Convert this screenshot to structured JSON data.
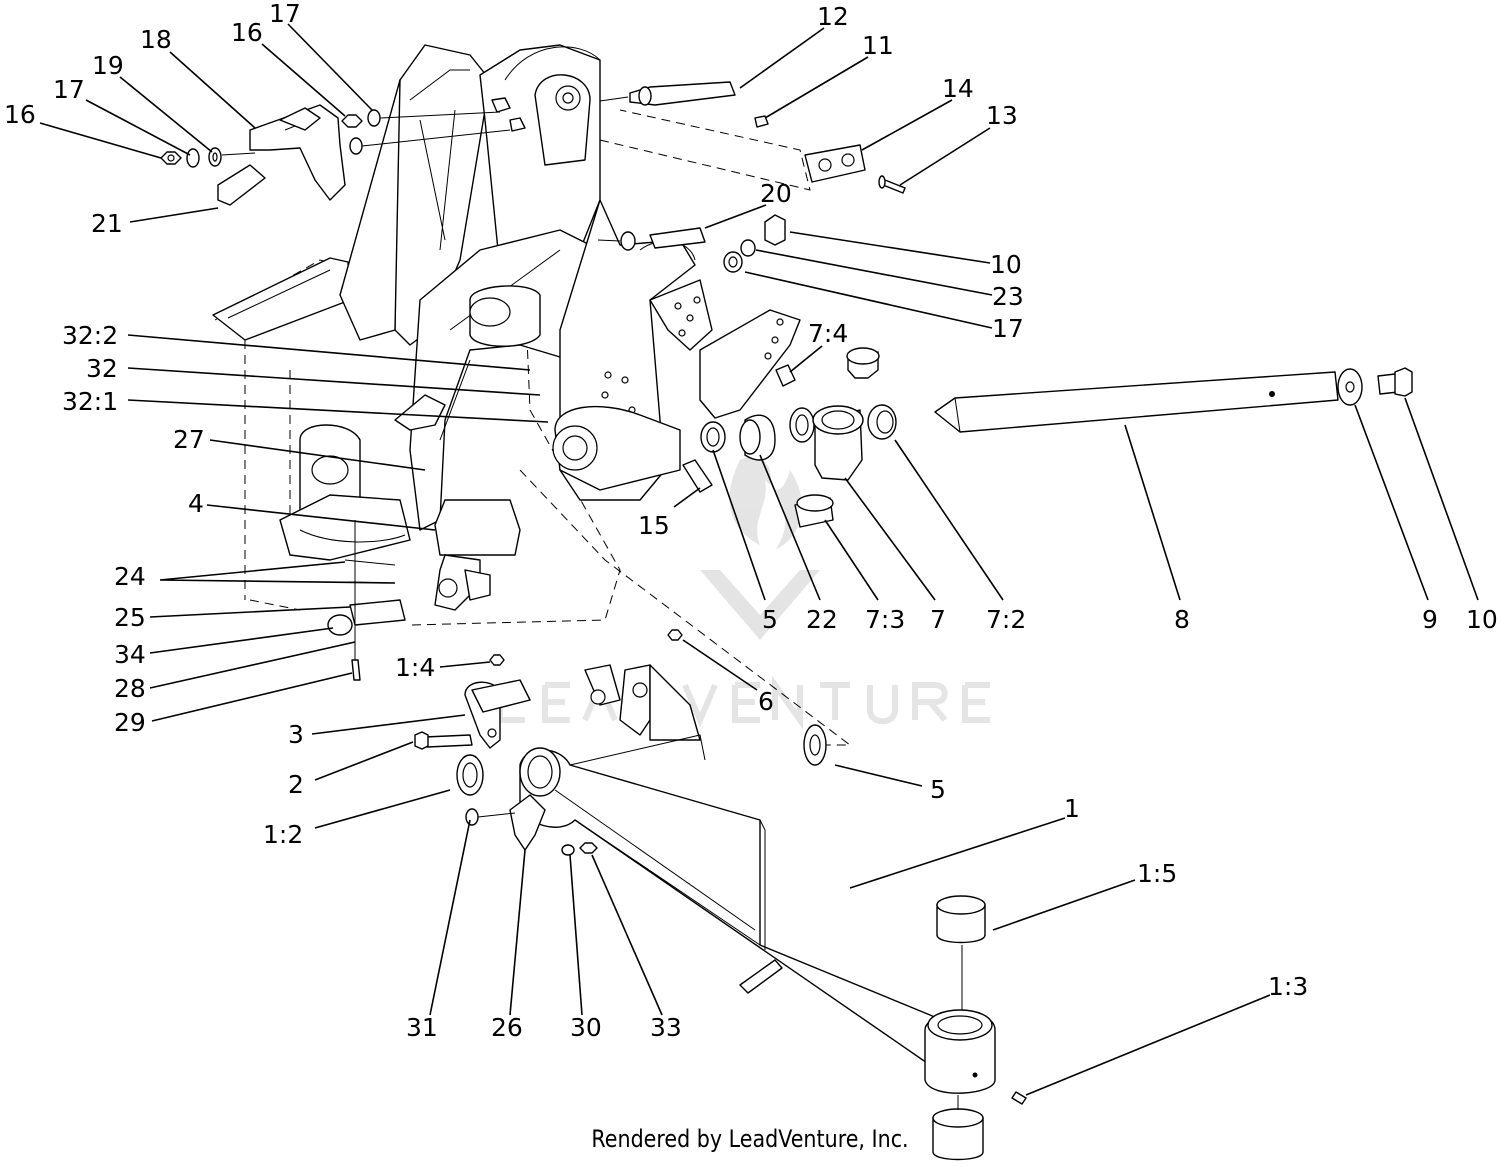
{
  "footer": {
    "credit": "Rendered by LeadVenture, Inc."
  },
  "callouts": [
    {
      "id": "c1",
      "text": "16"
    },
    {
      "id": "c2",
      "text": "17"
    },
    {
      "id": "c3",
      "text": "19"
    },
    {
      "id": "c4",
      "text": "18"
    },
    {
      "id": "c5",
      "text": "16"
    },
    {
      "id": "c6",
      "text": "17"
    },
    {
      "id": "c7",
      "text": "21"
    },
    {
      "id": "c8",
      "text": "12"
    },
    {
      "id": "c9",
      "text": "11"
    },
    {
      "id": "c10",
      "text": "14"
    },
    {
      "id": "c11",
      "text": "13"
    },
    {
      "id": "c12",
      "text": "20"
    },
    {
      "id": "c13",
      "text": "10"
    },
    {
      "id": "c14",
      "text": "23"
    },
    {
      "id": "c15",
      "text": "17"
    },
    {
      "id": "c16",
      "text": "7:4"
    },
    {
      "id": "c17",
      "text": "32:2"
    },
    {
      "id": "c18",
      "text": "32"
    },
    {
      "id": "c19",
      "text": "32:1"
    },
    {
      "id": "c20",
      "text": "27"
    },
    {
      "id": "c21",
      "text": "4"
    },
    {
      "id": "c22",
      "text": "15"
    },
    {
      "id": "c23",
      "text": "5"
    },
    {
      "id": "c24",
      "text": "22"
    },
    {
      "id": "c25",
      "text": "7:3"
    },
    {
      "id": "c26",
      "text": "7"
    },
    {
      "id": "c27",
      "text": "7:2"
    },
    {
      "id": "c28",
      "text": "8"
    },
    {
      "id": "c29",
      "text": "9"
    },
    {
      "id": "c30",
      "text": "10"
    },
    {
      "id": "c31",
      "text": "24"
    },
    {
      "id": "c32",
      "text": "25"
    },
    {
      "id": "c33",
      "text": "34"
    },
    {
      "id": "c34",
      "text": "28"
    },
    {
      "id": "c35",
      "text": "29"
    },
    {
      "id": "c36",
      "text": "1:4"
    },
    {
      "id": "c37",
      "text": "6"
    },
    {
      "id": "c38",
      "text": "3"
    },
    {
      "id": "c39",
      "text": "2"
    },
    {
      "id": "c40",
      "text": "5"
    },
    {
      "id": "c41",
      "text": "1:2"
    },
    {
      "id": "c42",
      "text": "1"
    },
    {
      "id": "c43",
      "text": "1:5"
    },
    {
      "id": "c44",
      "text": "1:3"
    },
    {
      "id": "c45",
      "text": "31"
    },
    {
      "id": "c46",
      "text": "26"
    },
    {
      "id": "c47",
      "text": "30"
    },
    {
      "id": "c48",
      "text": "33"
    }
  ]
}
